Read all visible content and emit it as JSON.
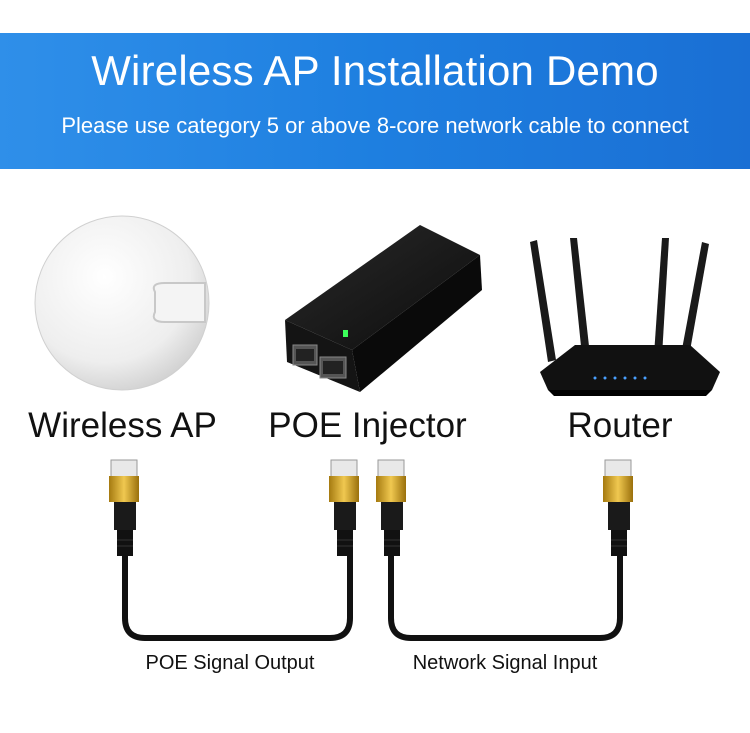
{
  "header": {
    "title": "Wireless AP Installation Demo",
    "subtitle": "Please use category 5 or above 8-core network cable to connect"
  },
  "devices": {
    "ap_label": "Wireless AP",
    "injector_label": "POE Injector",
    "router_label": "Router"
  },
  "cables": {
    "left_label": "POE Signal Output",
    "right_label": "Network Signal Input"
  },
  "colors": {
    "banner": "#1e7fe0",
    "led": "#3cff5a"
  }
}
